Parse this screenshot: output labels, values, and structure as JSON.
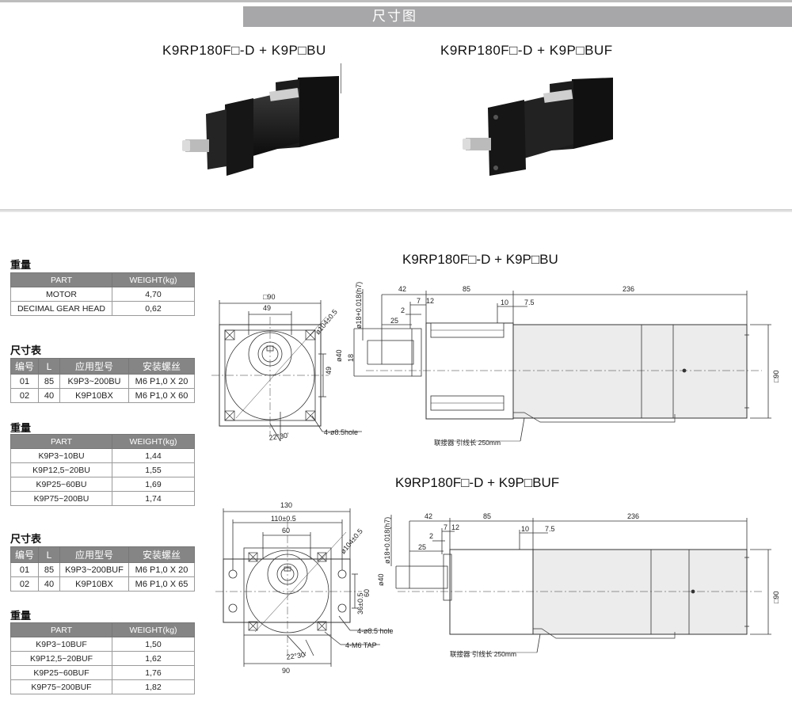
{
  "header": {
    "title": "尺寸图"
  },
  "products": [
    {
      "title": "K9RP180F□-D + K9P□BU"
    },
    {
      "title": "K9RP180F□-D + K9P□BUF"
    }
  ],
  "weight_motor": {
    "label": "重量",
    "headers": [
      "PART",
      "WEIGHT(kg)"
    ],
    "rows": [
      [
        "MOTOR",
        "4,70"
      ],
      [
        "DECIMAL GEAR HEAD",
        "0,62"
      ]
    ]
  },
  "size_bu": {
    "label": "尺寸表",
    "headers": [
      "编号",
      "L",
      "应用型号",
      "安装螺丝"
    ],
    "rows": [
      [
        "01",
        "85",
        "K9P3~200BU",
        "M6 P1,0 X 20"
      ],
      [
        "02",
        "40",
        "K9P10BX",
        "M6 P1,0 X 60"
      ]
    ]
  },
  "weight_bu": {
    "label": "重量",
    "headers": [
      "PART",
      "WEIGHT(kg)"
    ],
    "rows": [
      [
        "K9P3~10BU",
        "1,44"
      ],
      [
        "K9P12,5~20BU",
        "1,55"
      ],
      [
        "K9P25~60BU",
        "1,69"
      ],
      [
        "K9P75~200BU",
        "1,74"
      ]
    ]
  },
  "size_buf": {
    "label": "尺寸表",
    "headers": [
      "编号",
      "L",
      "应用型号",
      "安装螺丝"
    ],
    "rows": [
      [
        "01",
        "85",
        "K9P3~200BUF",
        "M6 P1,0 X 20"
      ],
      [
        "02",
        "40",
        "K9P10BX",
        "M6 P1,0 X 65"
      ]
    ]
  },
  "weight_buf": {
    "label": "重量",
    "headers": [
      "PART",
      "WEIGHT(kg)"
    ],
    "rows": [
      [
        "K9P3~10BUF",
        "1,50"
      ],
      [
        "K9P12,5~20BUF",
        "1,62"
      ],
      [
        "K9P25~60BUF",
        "1,76"
      ],
      [
        "K9P75~200BUF",
        "1,82"
      ]
    ]
  },
  "drawing_bu": {
    "title": "K9RP180F□-D + K9P□BU",
    "dims": {
      "d90": "□90",
      "d49h": "49",
      "d104": "ø104±0.5",
      "d18": "ø18+0.018(h7)",
      "d40": "ø40",
      "d18b": "18",
      "d49v": "49",
      "d2230": "22°30'",
      "hole": "4-ø8.5hole",
      "d42": "42",
      "d85": "85",
      "d236": "236",
      "d7": "7",
      "d12": "12",
      "d2": "2",
      "d25": "25",
      "d10": "10",
      "d75": "7.5",
      "d90v": "□90",
      "lead": "联接器 引线长 250mm"
    }
  },
  "drawing_buf": {
    "title": "K9RP180F□-D + K9P□BUF",
    "dims": {
      "d130": "130",
      "d110": "110±0.5",
      "d60": "60",
      "d104": "ø104±0.5",
      "d18": "ø18+0.018(h7)",
      "d40": "ø40",
      "d36": "36±0.5",
      "d60v": "60",
      "hole": "4-ø8.5 hole",
      "tap": "4-M6 TAP",
      "d2230": "22°30'",
      "d90b": "90",
      "d42": "42",
      "d85": "85",
      "d236": "236",
      "d7": "7",
      "d12": "12",
      "d2": "2",
      "d25": "25",
      "d10": "10",
      "d75": "7.5",
      "d90v": "□90",
      "lead": "联接器 引线长 250mm"
    }
  }
}
